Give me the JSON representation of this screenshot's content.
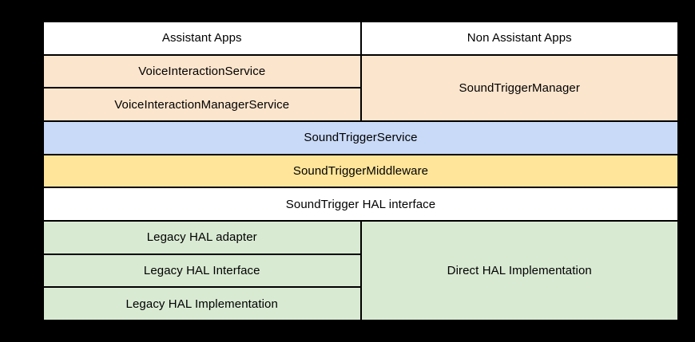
{
  "canvas": {
    "background": "#000000",
    "grid_line_color": "#000000"
  },
  "palette": {
    "white": "#ffffff",
    "peach": "#fce5cd",
    "blue": "#c9daf8",
    "yellow": "#ffe599",
    "green": "#d9ead3"
  },
  "cells": [
    {
      "id": "assistant-apps",
      "label": "Assistant Apps",
      "fill": "#ffffff"
    },
    {
      "id": "non-assistant-apps",
      "label": "Non Assistant Apps",
      "fill": "#ffffff"
    },
    {
      "id": "voice-interaction-service",
      "label": "VoiceInteractionService",
      "fill": "#fce5cd"
    },
    {
      "id": "sound-trigger-manager",
      "label": "SoundTriggerManager",
      "fill": "#fce5cd"
    },
    {
      "id": "voice-interaction-manager-service",
      "label": "VoiceInteractionManagerService",
      "fill": "#fce5cd"
    },
    {
      "id": "sound-trigger-service",
      "label": "SoundTriggerService",
      "fill": "#c9daf8"
    },
    {
      "id": "sound-trigger-middleware",
      "label": "SoundTriggerMiddleware",
      "fill": "#ffe599"
    },
    {
      "id": "soundtrigger-hal-interface",
      "label": "SoundTrigger HAL interface",
      "fill": "#ffffff"
    },
    {
      "id": "legacy-hal-adapter",
      "label": "Legacy HAL adapter",
      "fill": "#d9ead3"
    },
    {
      "id": "direct-hal-implementation",
      "label": "Direct HAL Implementation",
      "fill": "#d9ead3"
    },
    {
      "id": "legacy-hal-interface",
      "label": "Legacy HAL Interface",
      "fill": "#d9ead3"
    },
    {
      "id": "legacy-hal-implementation",
      "label": "Legacy HAL Implementation",
      "fill": "#d9ead3"
    }
  ]
}
